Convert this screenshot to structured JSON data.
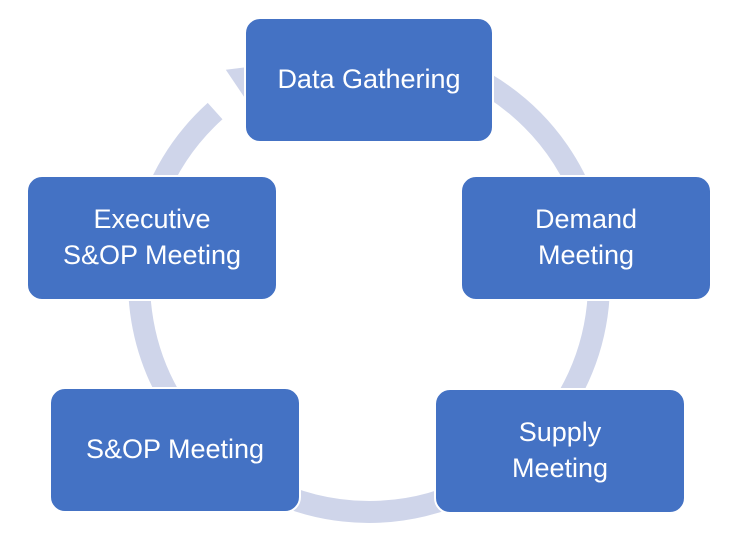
{
  "diagram": {
    "type": "cycle",
    "colors": {
      "node_fill": "#4472c4",
      "node_text": "#ffffff",
      "arrow": "#cfd5ea"
    },
    "nodes": [
      {
        "lines": [
          "Data Gathering"
        ]
      },
      {
        "lines": [
          "Demand",
          "Meeting"
        ]
      },
      {
        "lines": [
          "Supply",
          "Meeting"
        ]
      },
      {
        "lines": [
          "S&OP Meeting"
        ]
      },
      {
        "lines": [
          "Executive",
          "S&OP Meeting"
        ]
      }
    ]
  }
}
